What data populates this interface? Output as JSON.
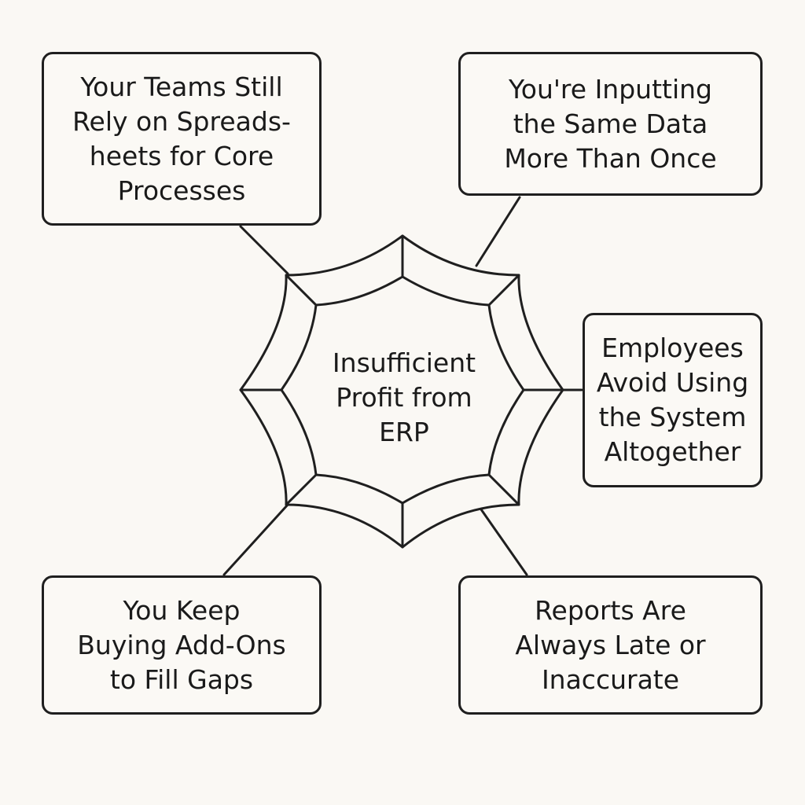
{
  "diagram": {
    "center": {
      "label": "Insufficient\nProfit from\nERP"
    },
    "nodes": [
      {
        "id": "box-1",
        "label": "Your Teams Still\nRely on Spreads-\nheets for Core\nProcesses"
      },
      {
        "id": "box-2",
        "label": "You're Inputting\nthe Same Data\nMore Than Once"
      },
      {
        "id": "box-3",
        "label": "Employees\nAvoid Using\nthe System\nAltogether"
      },
      {
        "id": "box-4",
        "label": "You Keep\nBuying Add-Ons\nto Fill Gaps"
      },
      {
        "id": "box-5",
        "label": "Reports Are\nAlways Late or\nInaccurate"
      }
    ],
    "stroke_color": "#1f1f1f",
    "background_color": "#faf8f4"
  }
}
